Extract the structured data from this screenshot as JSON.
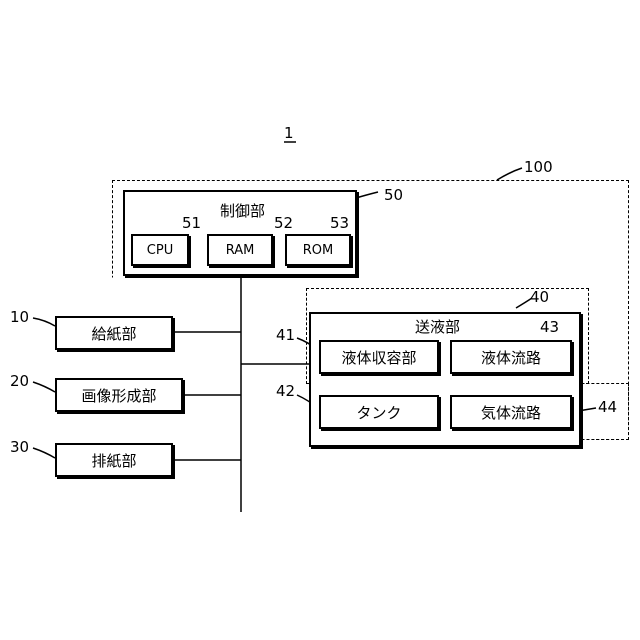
{
  "figure_label": "1",
  "ref_100": "100",
  "control": {
    "title": "制御部",
    "ref": "50",
    "cpu": {
      "label": "CPU",
      "ref": "51"
    },
    "ram": {
      "label": "RAM",
      "ref": "52"
    },
    "rom": {
      "label": "ROM",
      "ref": "53"
    }
  },
  "feed": {
    "label": "給紙部",
    "ref": "10"
  },
  "image": {
    "label": "画像形成部",
    "ref": "20"
  },
  "eject": {
    "label": "排紙部",
    "ref": "30"
  },
  "liquid_send": {
    "title": "送液部",
    "ref": "40",
    "storage": {
      "label": "液体収容部",
      "ref": "41"
    },
    "tank": {
      "label": "タンク",
      "ref": "42"
    },
    "liquid_path": {
      "label": "液体流路",
      "ref": "43"
    },
    "gas_path": {
      "label": "気体流路",
      "ref": "44"
    }
  }
}
